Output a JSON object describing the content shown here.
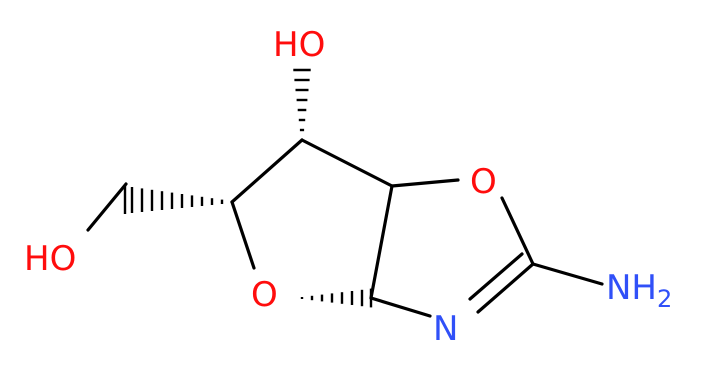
{
  "molecule": {
    "colors": {
      "bond": "#000000",
      "oxygen": "#ff0d0d",
      "nitrogen": "#3050f8",
      "background": "#ffffff"
    },
    "labels": {
      "oh_top": "HO",
      "ho_left": "HO",
      "o_ring_right": "O",
      "o_ring_left": "O",
      "n_ring": "N",
      "nh2_main": "NH",
      "nh2_sub": "2"
    }
  }
}
